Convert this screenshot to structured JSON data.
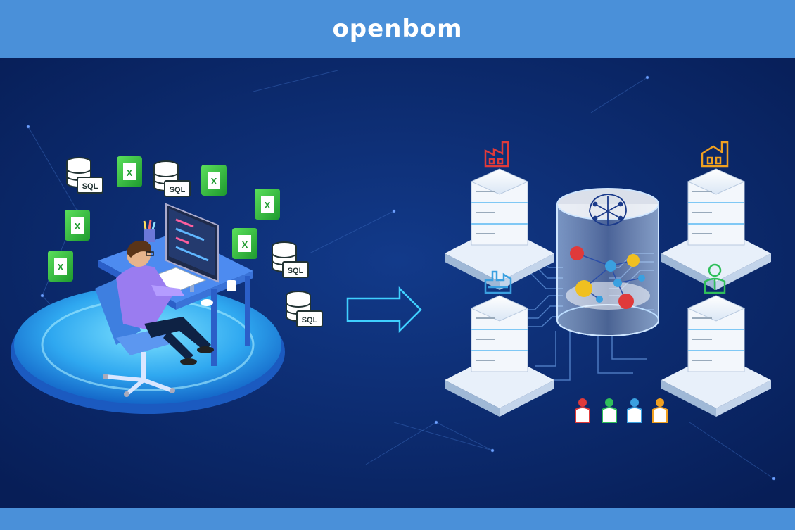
{
  "header": {
    "logo_text": "openbom",
    "colors": {
      "bar": "#4a90d9",
      "background": "#0a2a6e",
      "accent": "#3fd0ff"
    }
  },
  "left_scene": {
    "sql_label": "SQL",
    "file_badges": [
      {
        "type": "database",
        "icon": "sql-database-icon",
        "label": "SQL"
      },
      {
        "type": "spreadsheet",
        "icon": "excel-file-icon",
        "label": "X"
      }
    ]
  },
  "right_scene": {
    "center_icon": "neural-network-icon",
    "server_icons": [
      "factory-red-icon",
      "factory-orange-icon",
      "plant-blue-icon",
      "person-green-icon"
    ],
    "people_colors": [
      "#e03a3a",
      "#2fbf5a",
      "#3aa0e0",
      "#f0a020"
    ]
  }
}
